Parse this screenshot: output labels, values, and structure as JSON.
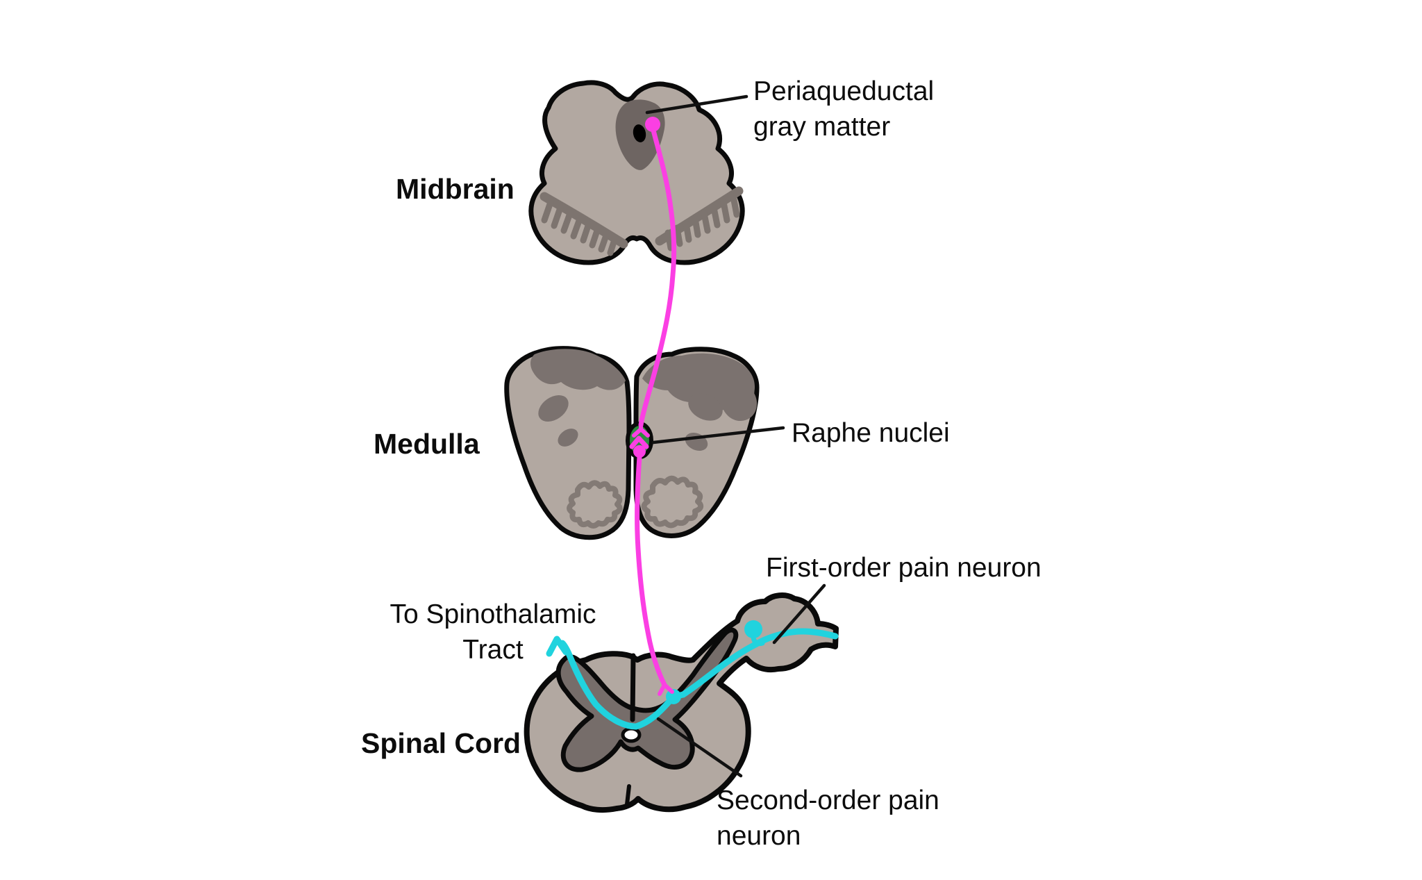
{
  "figure": {
    "section_labels": {
      "midbrain": "Midbrain",
      "medulla": "Medulla",
      "spinal_cord": "Spinal Cord"
    },
    "annotations": {
      "periaqueductal": {
        "line1": "Periaqueductal",
        "line2": "gray matter"
      },
      "raphe": "Raphe nuclei",
      "first_order": "First-order pain neuron",
      "to_spinothalamic": {
        "line1": "To Spinothalamic",
        "line2": "Tract"
      },
      "second_order": {
        "line1": "Second-order pain",
        "line2": "neuron"
      }
    }
  },
  "colors": {
    "pink_pathway": "#fb3fe3",
    "cyan_pathway": "#20d3de",
    "raphe_green": "#2e8b3d",
    "tissue": "#b2a8a1",
    "dark_region": "#7b726f",
    "spinal_gray": "#766d6a",
    "pag_dark": "#6e6562",
    "fringe": "#7d746f",
    "squiggle": "#837a75",
    "outline": "#0a0a0a",
    "leader": "#111111",
    "background": "#ffffff"
  }
}
